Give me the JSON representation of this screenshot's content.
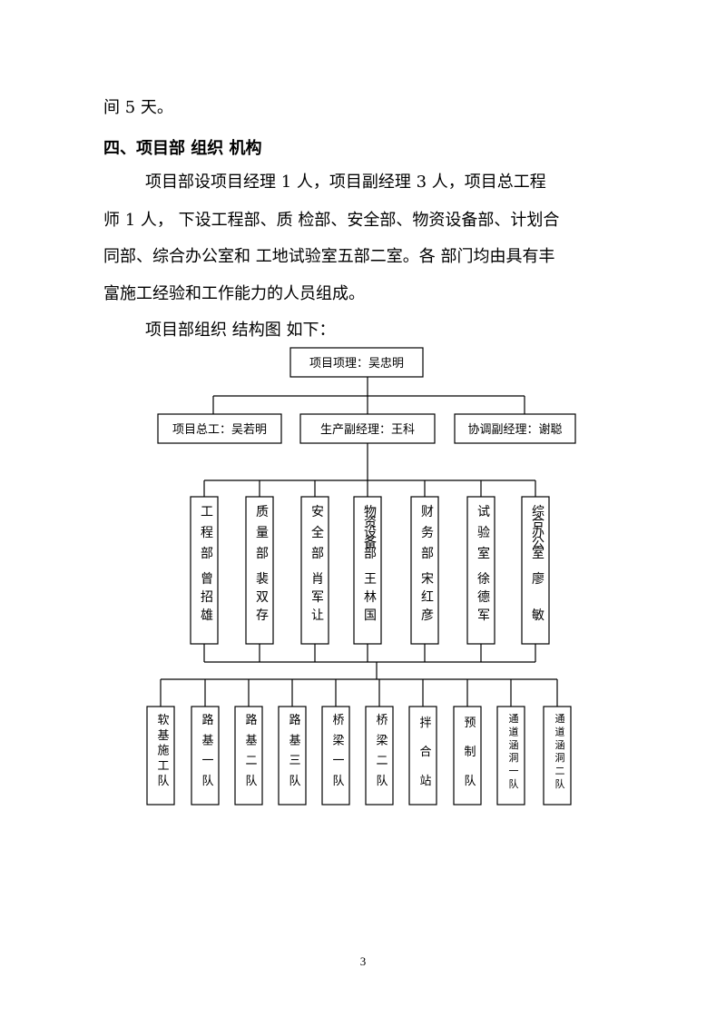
{
  "body": {
    "line_top": "间 5 天。",
    "heading": "四、项目部 组织 机构",
    "paragraph": [
      "项目部设项目经理  1 人，项目副经理  3 人，项目总工程",
      "师 1 人， 下设工程部、质  检部、安全部、物资设备部、计划合",
      "同部、综合办公室和  工地试验室五部二室。各  部门均由具有丰",
      "富施工经验和工作能力的人员组成。"
    ],
    "intro": "项目部组织 结构图 如下："
  },
  "org": {
    "top": "项目项理：吴忠明",
    "level2": [
      "项目总工：吴若明",
      "生产副经理：王科",
      "协调副经理：谢聪"
    ],
    "departments": [
      {
        "name": "工程部",
        "person": "曾招雄"
      },
      {
        "name": "质量部",
        "person": "裴双存"
      },
      {
        "name": "安全部",
        "person": "肖军让"
      },
      {
        "name": "物资设备部",
        "person": "王林国"
      },
      {
        "name": "财务部",
        "person": "宋红彦"
      },
      {
        "name": "试验室",
        "person": "徐德军"
      },
      {
        "name": "综合办公室",
        "person": "廖敏"
      }
    ],
    "teams": [
      "软基施工队",
      "路基一队",
      "路基二队",
      "路基三队",
      "桥梁一队",
      "桥梁二队",
      "拌合站",
      "预制队",
      "通道涵洞一队",
      "通道涵洞二队"
    ]
  },
  "page_number": "3"
}
